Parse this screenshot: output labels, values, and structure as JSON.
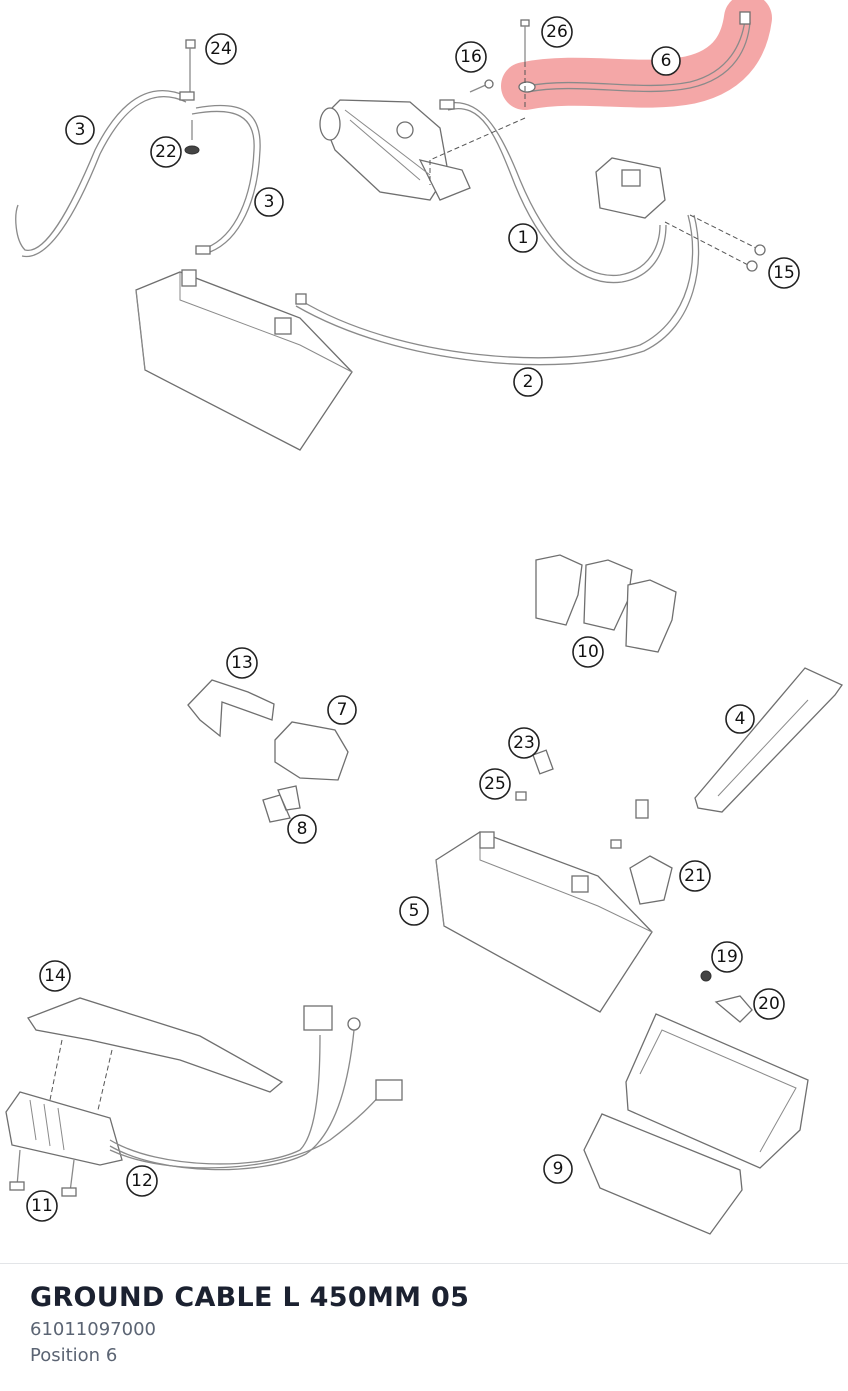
{
  "diagram": {
    "highlight_color": "#f08a8a",
    "highlighted_callout": "6",
    "callouts": [
      "1",
      "2",
      "3",
      "3",
      "4",
      "5",
      "6",
      "7",
      "8",
      "9",
      "10",
      "11",
      "12",
      "13",
      "14",
      "15",
      "16",
      "19",
      "20",
      "21",
      "22",
      "23",
      "24",
      "25",
      "26"
    ]
  },
  "footer": {
    "part_name": "GROUND CABLE L 450MM 05",
    "part_number": "61011097000",
    "position_label": "Position",
    "position_value": "6"
  }
}
